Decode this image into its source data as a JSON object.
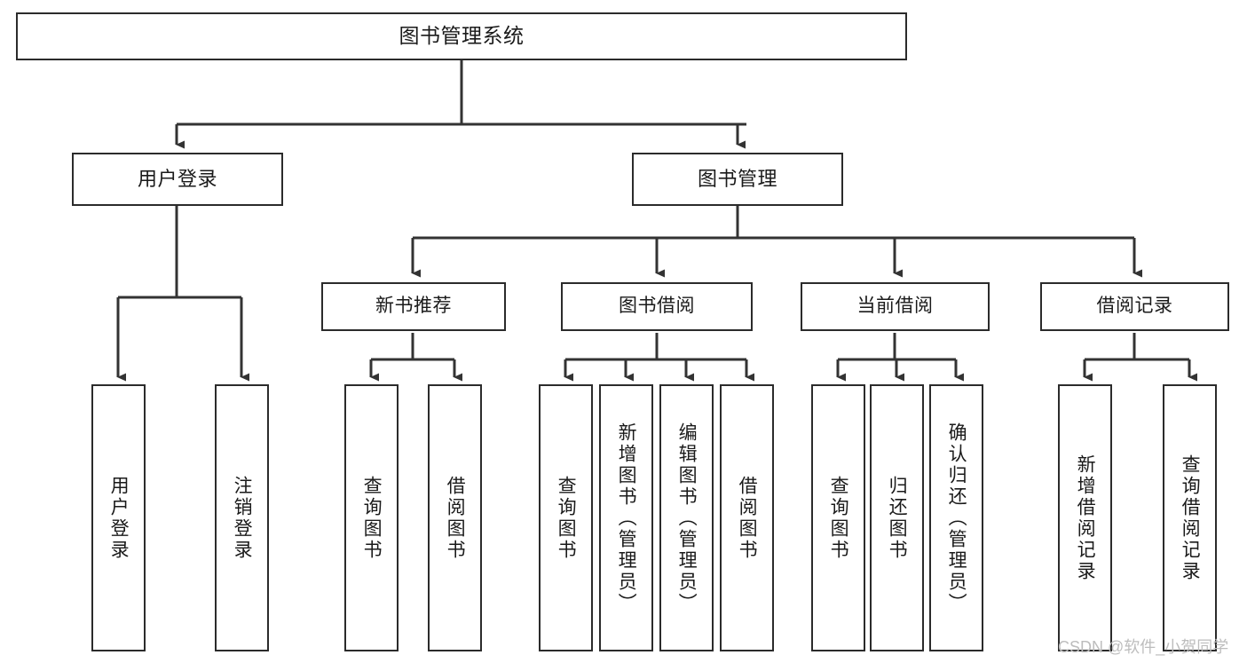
{
  "diagram": {
    "title": "图书管理系统",
    "type": "hierarchy-tree",
    "colors": {
      "box_border": "#2b2b2b",
      "box_fill": "#ffffff",
      "edge": "#333333",
      "text": "#1a1a1a",
      "watermark": "#bdbdbd",
      "background": "#ffffff"
    }
  },
  "root": {
    "label": "图书管理系统"
  },
  "level1": [
    {
      "label": "用户登录"
    },
    {
      "label": "图书管理"
    }
  ],
  "level2": [
    {
      "label": "新书推荐"
    },
    {
      "label": "图书借阅"
    },
    {
      "label": "当前借阅"
    },
    {
      "label": "借阅记录"
    }
  ],
  "leaves": {
    "user_login": [
      {
        "label": "用户登录"
      },
      {
        "label": "注销登录"
      }
    ],
    "new_book_recommend": [
      {
        "label": "查询图书"
      },
      {
        "label": "借阅图书"
      }
    ],
    "book_borrow": [
      {
        "label": "查询图书"
      },
      {
        "label": "新增图书（管理员）"
      },
      {
        "label": "编辑图书（管理员）"
      },
      {
        "label": "借阅图书"
      }
    ],
    "current_borrow": [
      {
        "label": "查询图书"
      },
      {
        "label": "归还图书"
      },
      {
        "label": "确认归还（管理员）"
      }
    ],
    "borrow_record": [
      {
        "label": "新增借阅记录"
      },
      {
        "label": "查询借阅记录"
      }
    ]
  },
  "watermark": {
    "text": "CSDN @软件_小贺同学"
  }
}
